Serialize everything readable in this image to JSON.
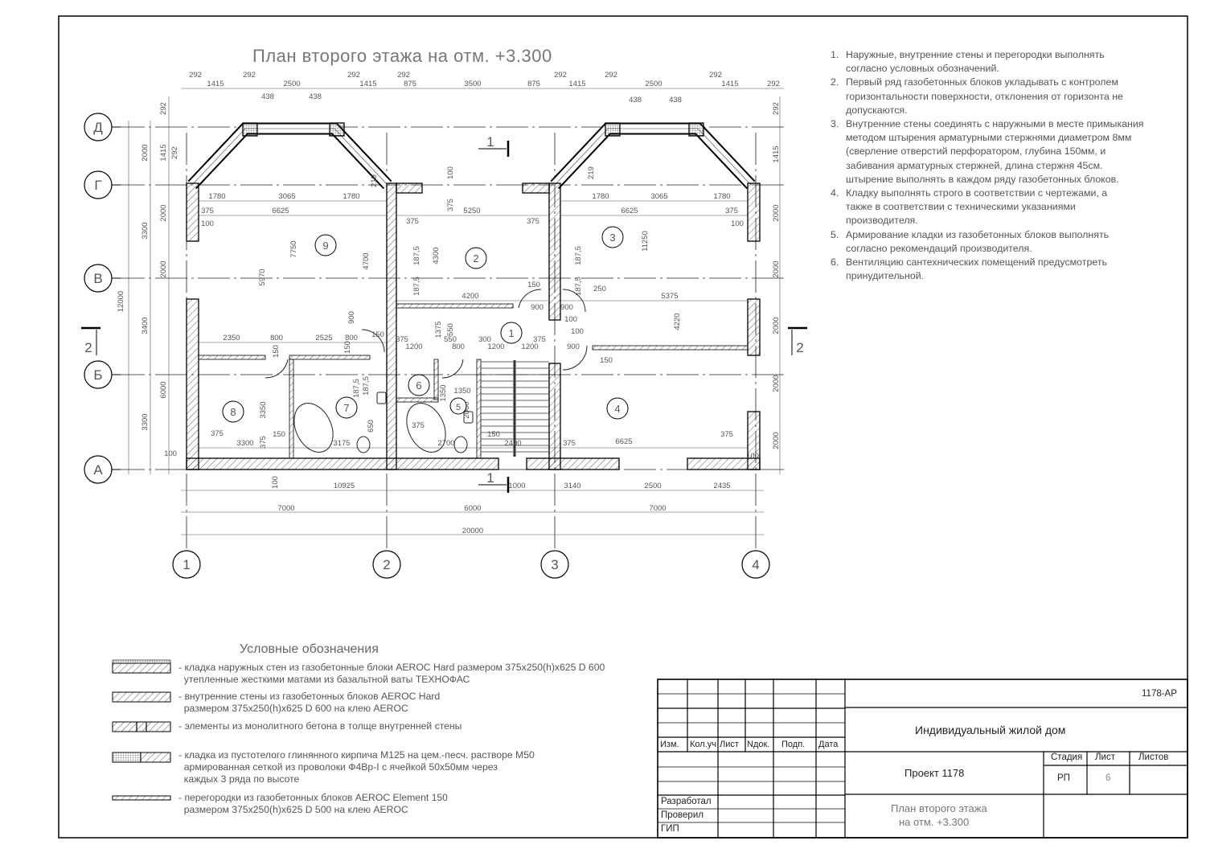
{
  "plan_title": "План второго этажа на отм. +3.300",
  "grid_rows": [
    "Д",
    "Г",
    "В",
    "Б",
    "А"
  ],
  "grid_cols": [
    "1",
    "2",
    "3",
    "4"
  ],
  "rooms": [
    "9",
    "2",
    "3",
    "1",
    "6",
    "5",
    "7",
    "8",
    "4"
  ],
  "section_marks": [
    "1",
    "2",
    "2",
    "1"
  ],
  "dimensions": [
    "292",
    "1415",
    "292",
    "2500",
    "292",
    "1415",
    "292",
    "875",
    "3500",
    "875",
    "292",
    "1415",
    "292",
    "2500",
    "292",
    "1415",
    "292",
    "438",
    "438",
    "438",
    "438",
    "292",
    "2000",
    "1415",
    "292",
    "2000",
    "3300",
    "2000",
    "12000",
    "3400",
    "6000",
    "3300",
    "100",
    "292",
    "1415",
    "2000",
    "2000",
    "2000",
    "2000",
    "2000",
    "1780",
    "3065",
    "1780",
    "375",
    "6625",
    "100",
    "375",
    "5250",
    "375",
    "1780",
    "3065",
    "1780",
    "375",
    "6625",
    "100",
    "7750",
    "5970",
    "4700",
    "4300",
    "11250",
    "187,5",
    "187,5",
    "187,5",
    "187,5",
    "219",
    "219",
    "100",
    "375",
    "4200",
    "150",
    "250",
    "5375",
    "900",
    "900",
    "100",
    "100",
    "4220",
    "2350",
    "800",
    "2525",
    "800",
    "150",
    "150",
    "900",
    "150",
    "375",
    "1200",
    "1375",
    "550",
    "550",
    "800",
    "300",
    "1200",
    "1200",
    "375",
    "900",
    "150",
    "187,5",
    "187,5",
    "1350",
    "1350",
    "3350",
    "375",
    "375",
    "3300",
    "150",
    "3175",
    "650",
    "375",
    "2700",
    "2000",
    "150",
    "2400",
    "375",
    "6625",
    "375",
    "100",
    "10925",
    "1000",
    "3140",
    "2500",
    "2435",
    "7000",
    "6000",
    "7000",
    "20000",
    "100",
    "2000",
    "2000"
  ],
  "notes": [
    {
      "num": "1.",
      "lines": [
        "Наружные, внутренние стены и перегородки выполнять",
        "согласно условных обозначений."
      ]
    },
    {
      "num": "2.",
      "lines": [
        "Первый ряд газобетонных блоков укладывать с контролем",
        "горизонтальности поверхности, отклонения от горизонта не",
        "допускаются."
      ]
    },
    {
      "num": "3.",
      "lines": [
        "Внутренние стены соединять с наружными в месте примыкания",
        "методом штырения арматурными стержнями диаметром 8мм",
        "(сверление отверстий перфоратором, глубина 150мм, и",
        "забивания арматурных стержней, длина стержня 45см.",
        "штырение выполнять в каждом ряду газобетонных блоков."
      ]
    },
    {
      "num": "4.",
      "lines": [
        "Кладку выполнять строго в соответствии с чертежами, а",
        "также в соответствии с техническими указаниями",
        "производителя."
      ]
    },
    {
      "num": "5.",
      "lines": [
        "Армирование кладки из газобетонных блоков выполнять",
        "согласно рекомендаций производителя."
      ]
    },
    {
      "num": "6.",
      "lines": [
        "Вентиляцию сантехнических помещений  предусмотреть",
        "принудительной."
      ]
    }
  ],
  "legend": {
    "title": "Условные обозначения",
    "items": [
      {
        "lines": [
          "- кладка наружных стен из газобетонные блоки AEROC Hard размером 375x250(h)x625 D 600",
          "  утепленные жесткими матами из базальтной ваты ТЕХНОФАС"
        ]
      },
      {
        "lines": [
          "- внутренние стены из газобетонных блоков AEROC Hard",
          "  размером 375x250(h)x625 D 600 на клею AEROC"
        ]
      },
      {
        "lines": [
          "- элементы из монолитного бетона в толще внутренней стены"
        ]
      },
      {
        "lines": [
          "- кладка из пустотелого глинянного кирпича М125 на цем.-песч. растворе М50",
          "  армированная сеткой из проволоки Ф4Вр-I с ячейкой 50x50мм через",
          "  каждых 3 ряда по высоте"
        ]
      },
      {
        "lines": [
          "- перегородки из газобетонных блоков AEROC Element 150",
          "  размером 375x250(h)x625 D 500 на клею AEROC"
        ]
      }
    ]
  },
  "title_block": {
    "code": "1178-АР",
    "object": "Индивидуальный жилой дом",
    "project": "Проект 1178",
    "sheet_title_1": "План второго этажа",
    "sheet_title_2": "на отм. +3.300",
    "headers": [
      "Изм.",
      "Кол.уч",
      "Лист",
      "Nдок.",
      "Подп.",
      "Дата"
    ],
    "stage_label": "Стадия",
    "sheet_label": "Лист",
    "sheets_label": "Листов",
    "stage": "РП",
    "sheet": "6",
    "roles": [
      "Разработал",
      "Проверил",
      "ГИП"
    ]
  }
}
